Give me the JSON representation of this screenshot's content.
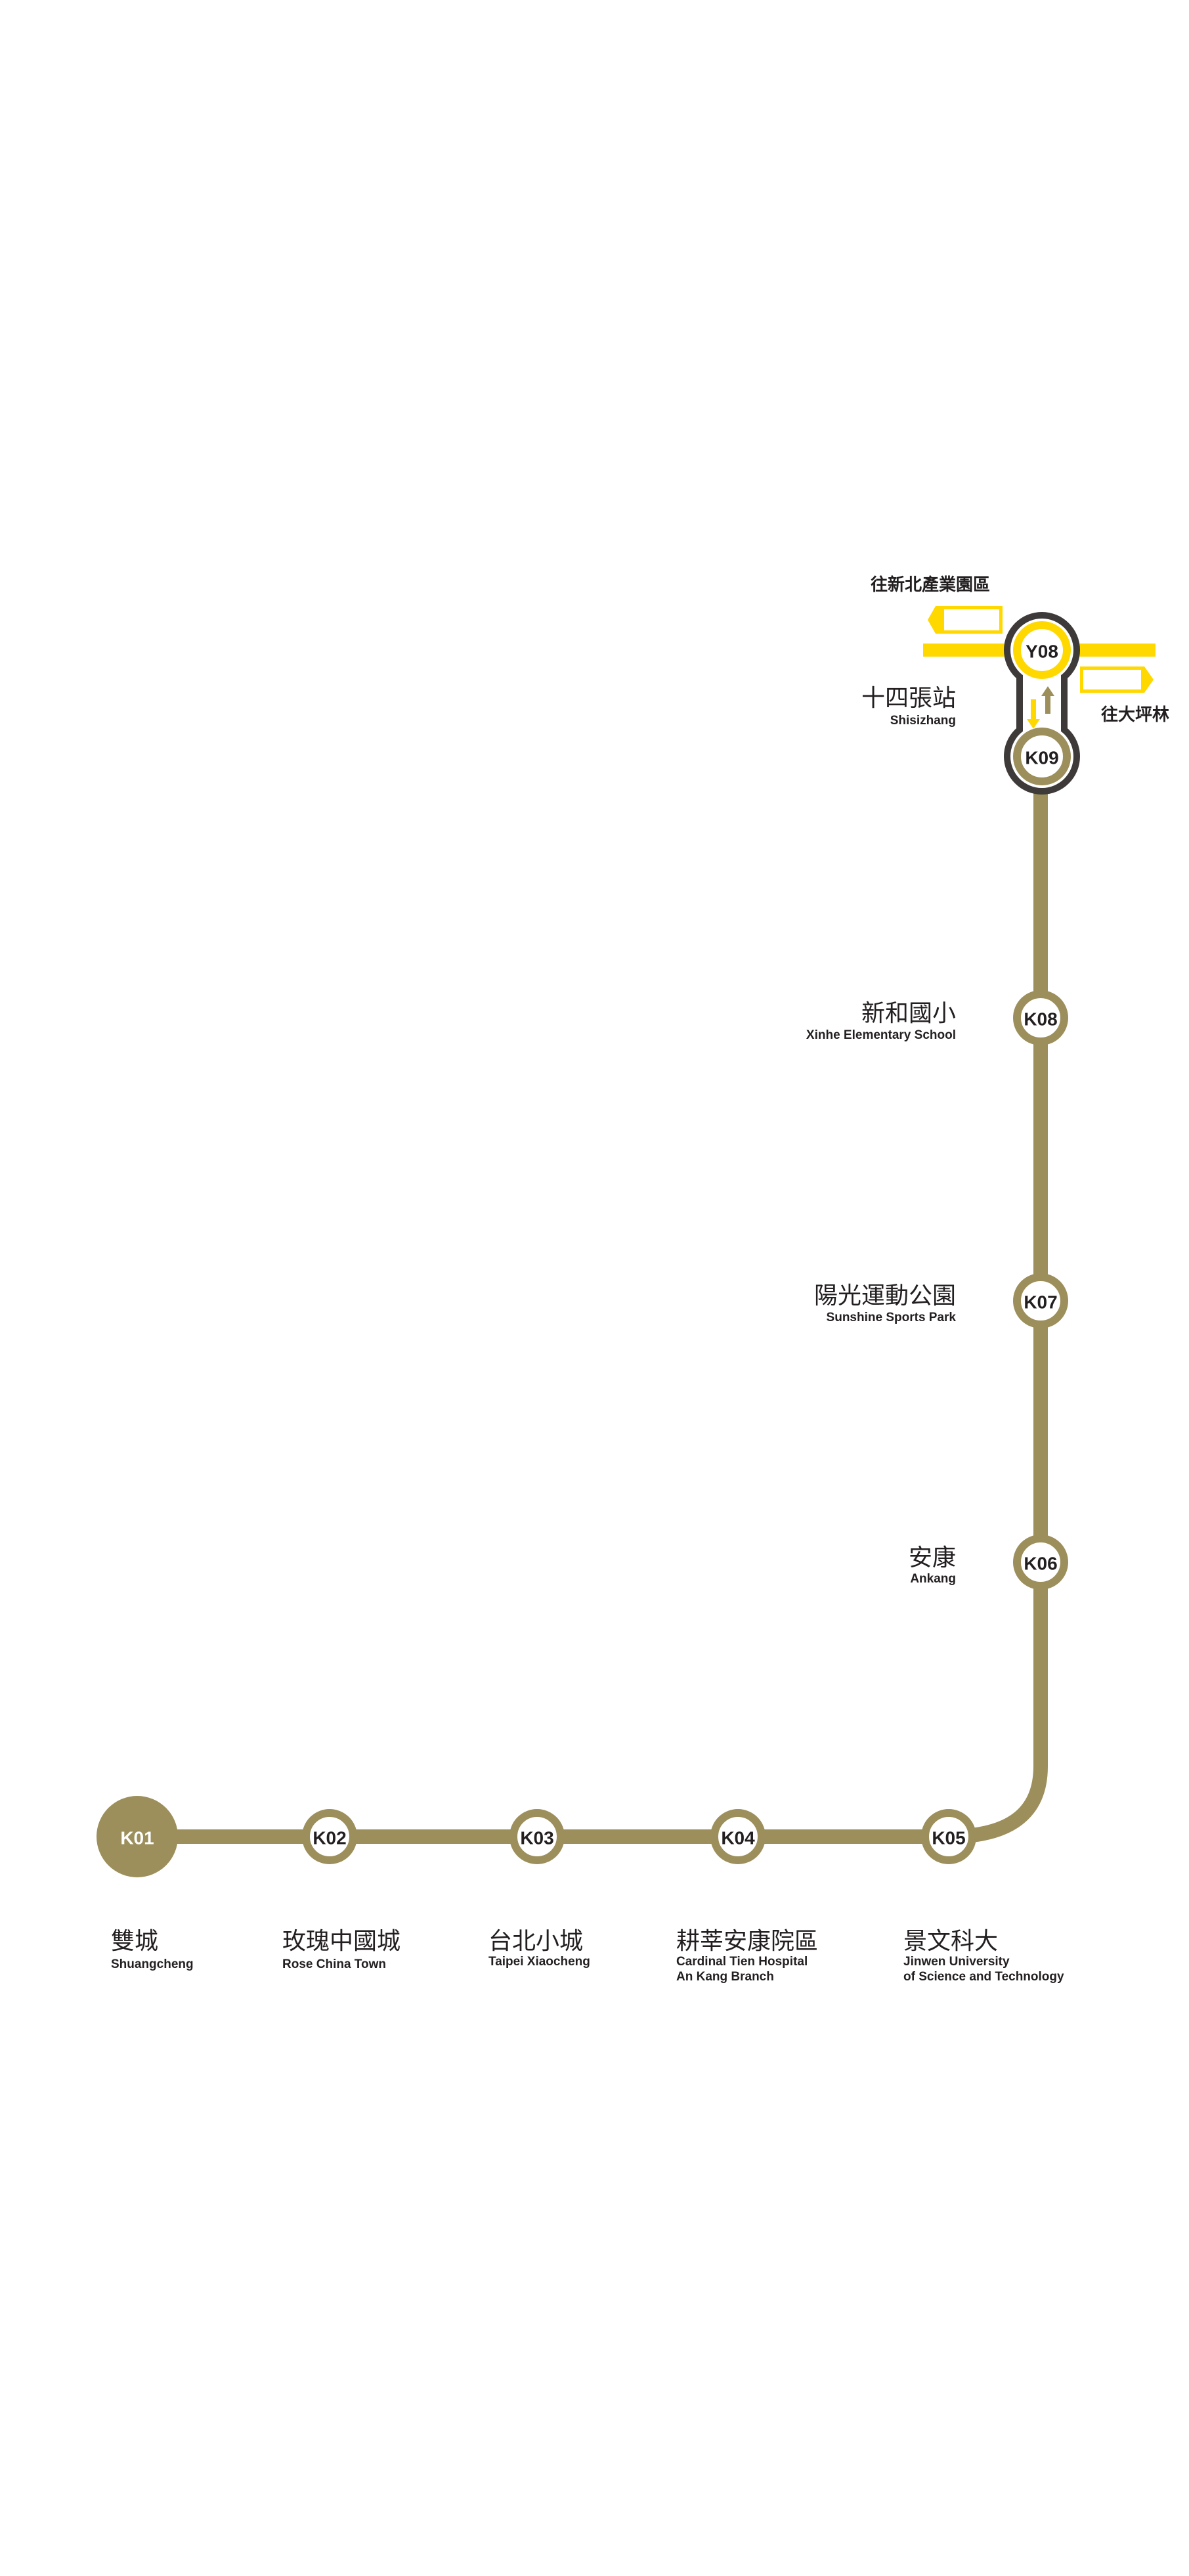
{
  "colors": {
    "line": "#9C8F5B",
    "circular": "#FFD800",
    "outline": "#3D3A39"
  },
  "interchange": {
    "zh": "十四張站",
    "en": "Shisizhang",
    "circular_code": "Y08",
    "dir_left": "往新北產業園區",
    "dir_right": "往大坪林"
  },
  "stations": [
    {
      "code": "K01",
      "zh": "雙城",
      "en": [
        "Shuangcheng"
      ]
    },
    {
      "code": "K02",
      "zh": "玫瑰中國城",
      "en": [
        "Rose China Town"
      ]
    },
    {
      "code": "K03",
      "zh": "台北小城",
      "en": [
        "Taipei Xiaocheng"
      ]
    },
    {
      "code": "K04",
      "zh": "耕莘安康院區",
      "en": [
        "Cardinal Tien Hospital",
        "An Kang Branch"
      ]
    },
    {
      "code": "K05",
      "zh": "景文科大",
      "en": [
        "Jinwen University",
        "of Science and Technology"
      ]
    },
    {
      "code": "K06",
      "zh": "安康",
      "en": [
        "Ankang"
      ]
    },
    {
      "code": "K07",
      "zh": "陽光運動公園",
      "en": [
        "Sunshine Sports Park"
      ]
    },
    {
      "code": "K08",
      "zh": "新和國小",
      "en": [
        "Xinhe Elementary School"
      ]
    },
    {
      "code": "K09",
      "zh": "十四張站",
      "en": [
        "Shisizhang"
      ]
    }
  ]
}
